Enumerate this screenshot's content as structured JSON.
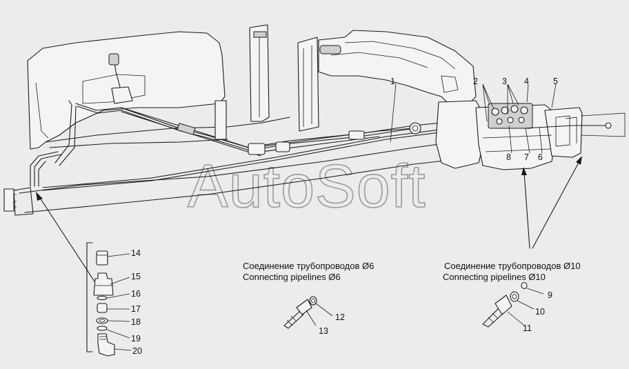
{
  "watermark": "AutoSoft",
  "captions": {
    "pipe6_ru": "Соединение трубопроводов Ø6",
    "pipe6_en": "Connecting pipelines Ø6",
    "pipe10_ru": "Соединение трубопроводов Ø10",
    "pipe10_en": "Connecting pipelines Ø10"
  },
  "callouts": {
    "n1": "1",
    "n2": "2",
    "n3": "3",
    "n4": "4",
    "n5": "5",
    "n6": "6",
    "n7": "7",
    "n8": "8",
    "n9": "9",
    "n10": "10",
    "n11": "11",
    "n12": "12",
    "n13": "13",
    "n14": "14",
    "n15": "15",
    "n16": "16",
    "n17": "17",
    "n18": "18",
    "n19": "19",
    "n20": "20"
  }
}
